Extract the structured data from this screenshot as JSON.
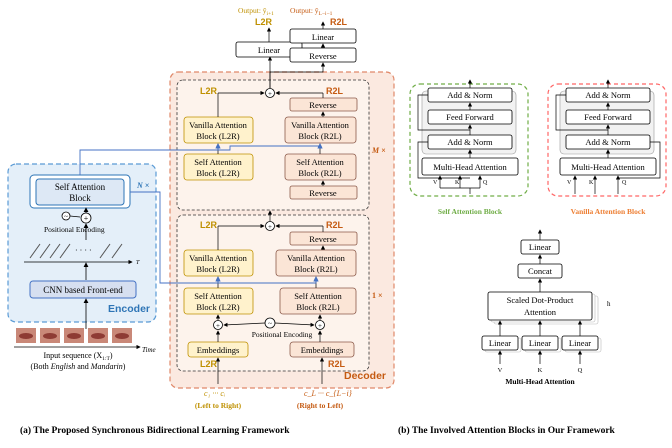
{
  "colors": {
    "encoder_bg": "#e4eff9",
    "encoder_border": "#5b9bd5",
    "encoder_label": "#2e75b6",
    "decoder_bg": "#fbe9e0",
    "decoder_border": "#e0896a",
    "decoder_label": "#c55a11",
    "l2r_fill": "#fff2cc",
    "l2r_stroke": "#bf9000",
    "l2r_text": "#bf9000",
    "r2l_fill": "#fbe5d6",
    "r2l_stroke": "#8c5a4a",
    "r2l_text": "#c55a11",
    "sab_border": "#70ad47",
    "sab_label": "#70ad47",
    "vab_border": "#ff6666",
    "vab_label": "#ed7d31",
    "link": "#4472c4"
  },
  "output": {
    "l2r_label": "Output: ŷ",
    "l2r_sub": "i+1",
    "r2l_label": "Output: ŷ",
    "r2l_sub": "L−i−1",
    "l2r_tag": "L2R",
    "r2l_tag": "R2L"
  },
  "decoder_top": {
    "linear_l2r": "Linear",
    "linear_r2l": "Linear",
    "reverse": "Reverse"
  },
  "stack_upper": {
    "tag_l2r": "L2R",
    "tag_r2l": "R2L",
    "reverse_top": "Reverse",
    "vanilla_l2r": [
      "Vanilla Attention",
      "Block (L2R)"
    ],
    "vanilla_r2l": [
      "Vanilla Attention",
      "Block (R2L)"
    ],
    "self_l2r": [
      "Self Attention",
      "Block (L2R)"
    ],
    "self_r2l": [
      "Self Attention",
      "Block (R2L)"
    ],
    "reverse_bottom": "Reverse",
    "multiplier": "M ×"
  },
  "stack_lower": {
    "tag_l2r": "L2R",
    "tag_r2l": "R2L",
    "reverse_top": "Reverse",
    "vanilla_l2r": [
      "Vanilla Attention",
      "Block (L2R)"
    ],
    "vanilla_r2l": [
      "Vanilla Attention",
      "Block (R2L)"
    ],
    "self_l2r": [
      "Self Attention",
      "Block (L2R)"
    ],
    "self_r2l": [
      "Self Attention",
      "Block (R2L)"
    ],
    "positional": "Positional Encoding",
    "emb_l2r": "Embeddings",
    "emb_r2l": "Embeddings",
    "tag_bottom_l2r": "L2R",
    "tag_bottom_r2l": "R2L",
    "multiplier": "1 ×"
  },
  "decoder": {
    "label": "Decoder",
    "input_l2r": "c₁ ··· cᵢ",
    "input_l2r_note": "(Left to Right)",
    "input_r2l": "c_L ··· c_{L−i}",
    "input_r2l_note": "(Right to Left)"
  },
  "encoder": {
    "label": "Encoder",
    "self_attn": [
      "Self Attention",
      "Block"
    ],
    "multiplier": "N ×",
    "positional": "Positional Encoding",
    "frontend": "CNN based Front-end",
    "time_t": "T",
    "time_label": "Time",
    "input_seq": "Input sequence (X",
    "input_seq_sub": "1:T",
    "input_seq_end": ")",
    "languages_pre": "(Both ",
    "lang_en": "English",
    "languages_mid": " and ",
    "lang_zh": "Mandarin",
    "languages_post": ")"
  },
  "self_block": {
    "add_norm_top": "Add & Norm",
    "feed_forward": "Feed Forward",
    "add_norm_bottom": "Add & Norm",
    "mha": "Multi-Head Attention",
    "v": "V",
    "k": "K",
    "q": "Q",
    "caption": "Self Attention Block"
  },
  "vanilla_block": {
    "add_norm_top": "Add & Norm",
    "feed_forward": "Feed Forward",
    "add_norm_bottom": "Add & Norm",
    "mha": "Multi-Head Attention",
    "v": "V",
    "k": "K",
    "q": "Q",
    "caption": "Vanilla Attention Block"
  },
  "mha_detail": {
    "linear_top": "Linear",
    "concat": "Concat",
    "sdpa": [
      "Scaled Dot-Product",
      "Attention"
    ],
    "h": "h",
    "linear_v": "Linear",
    "linear_k": "Linear",
    "linear_q": "Linear",
    "v": "V",
    "k": "K",
    "q": "Q",
    "caption": "Multi-Head Attention"
  },
  "captions": {
    "left": "(a) The Proposed Synchronous Bidirectional Learning Framework",
    "right": "(b) The Involved Attention Blocks in Our Framework"
  }
}
